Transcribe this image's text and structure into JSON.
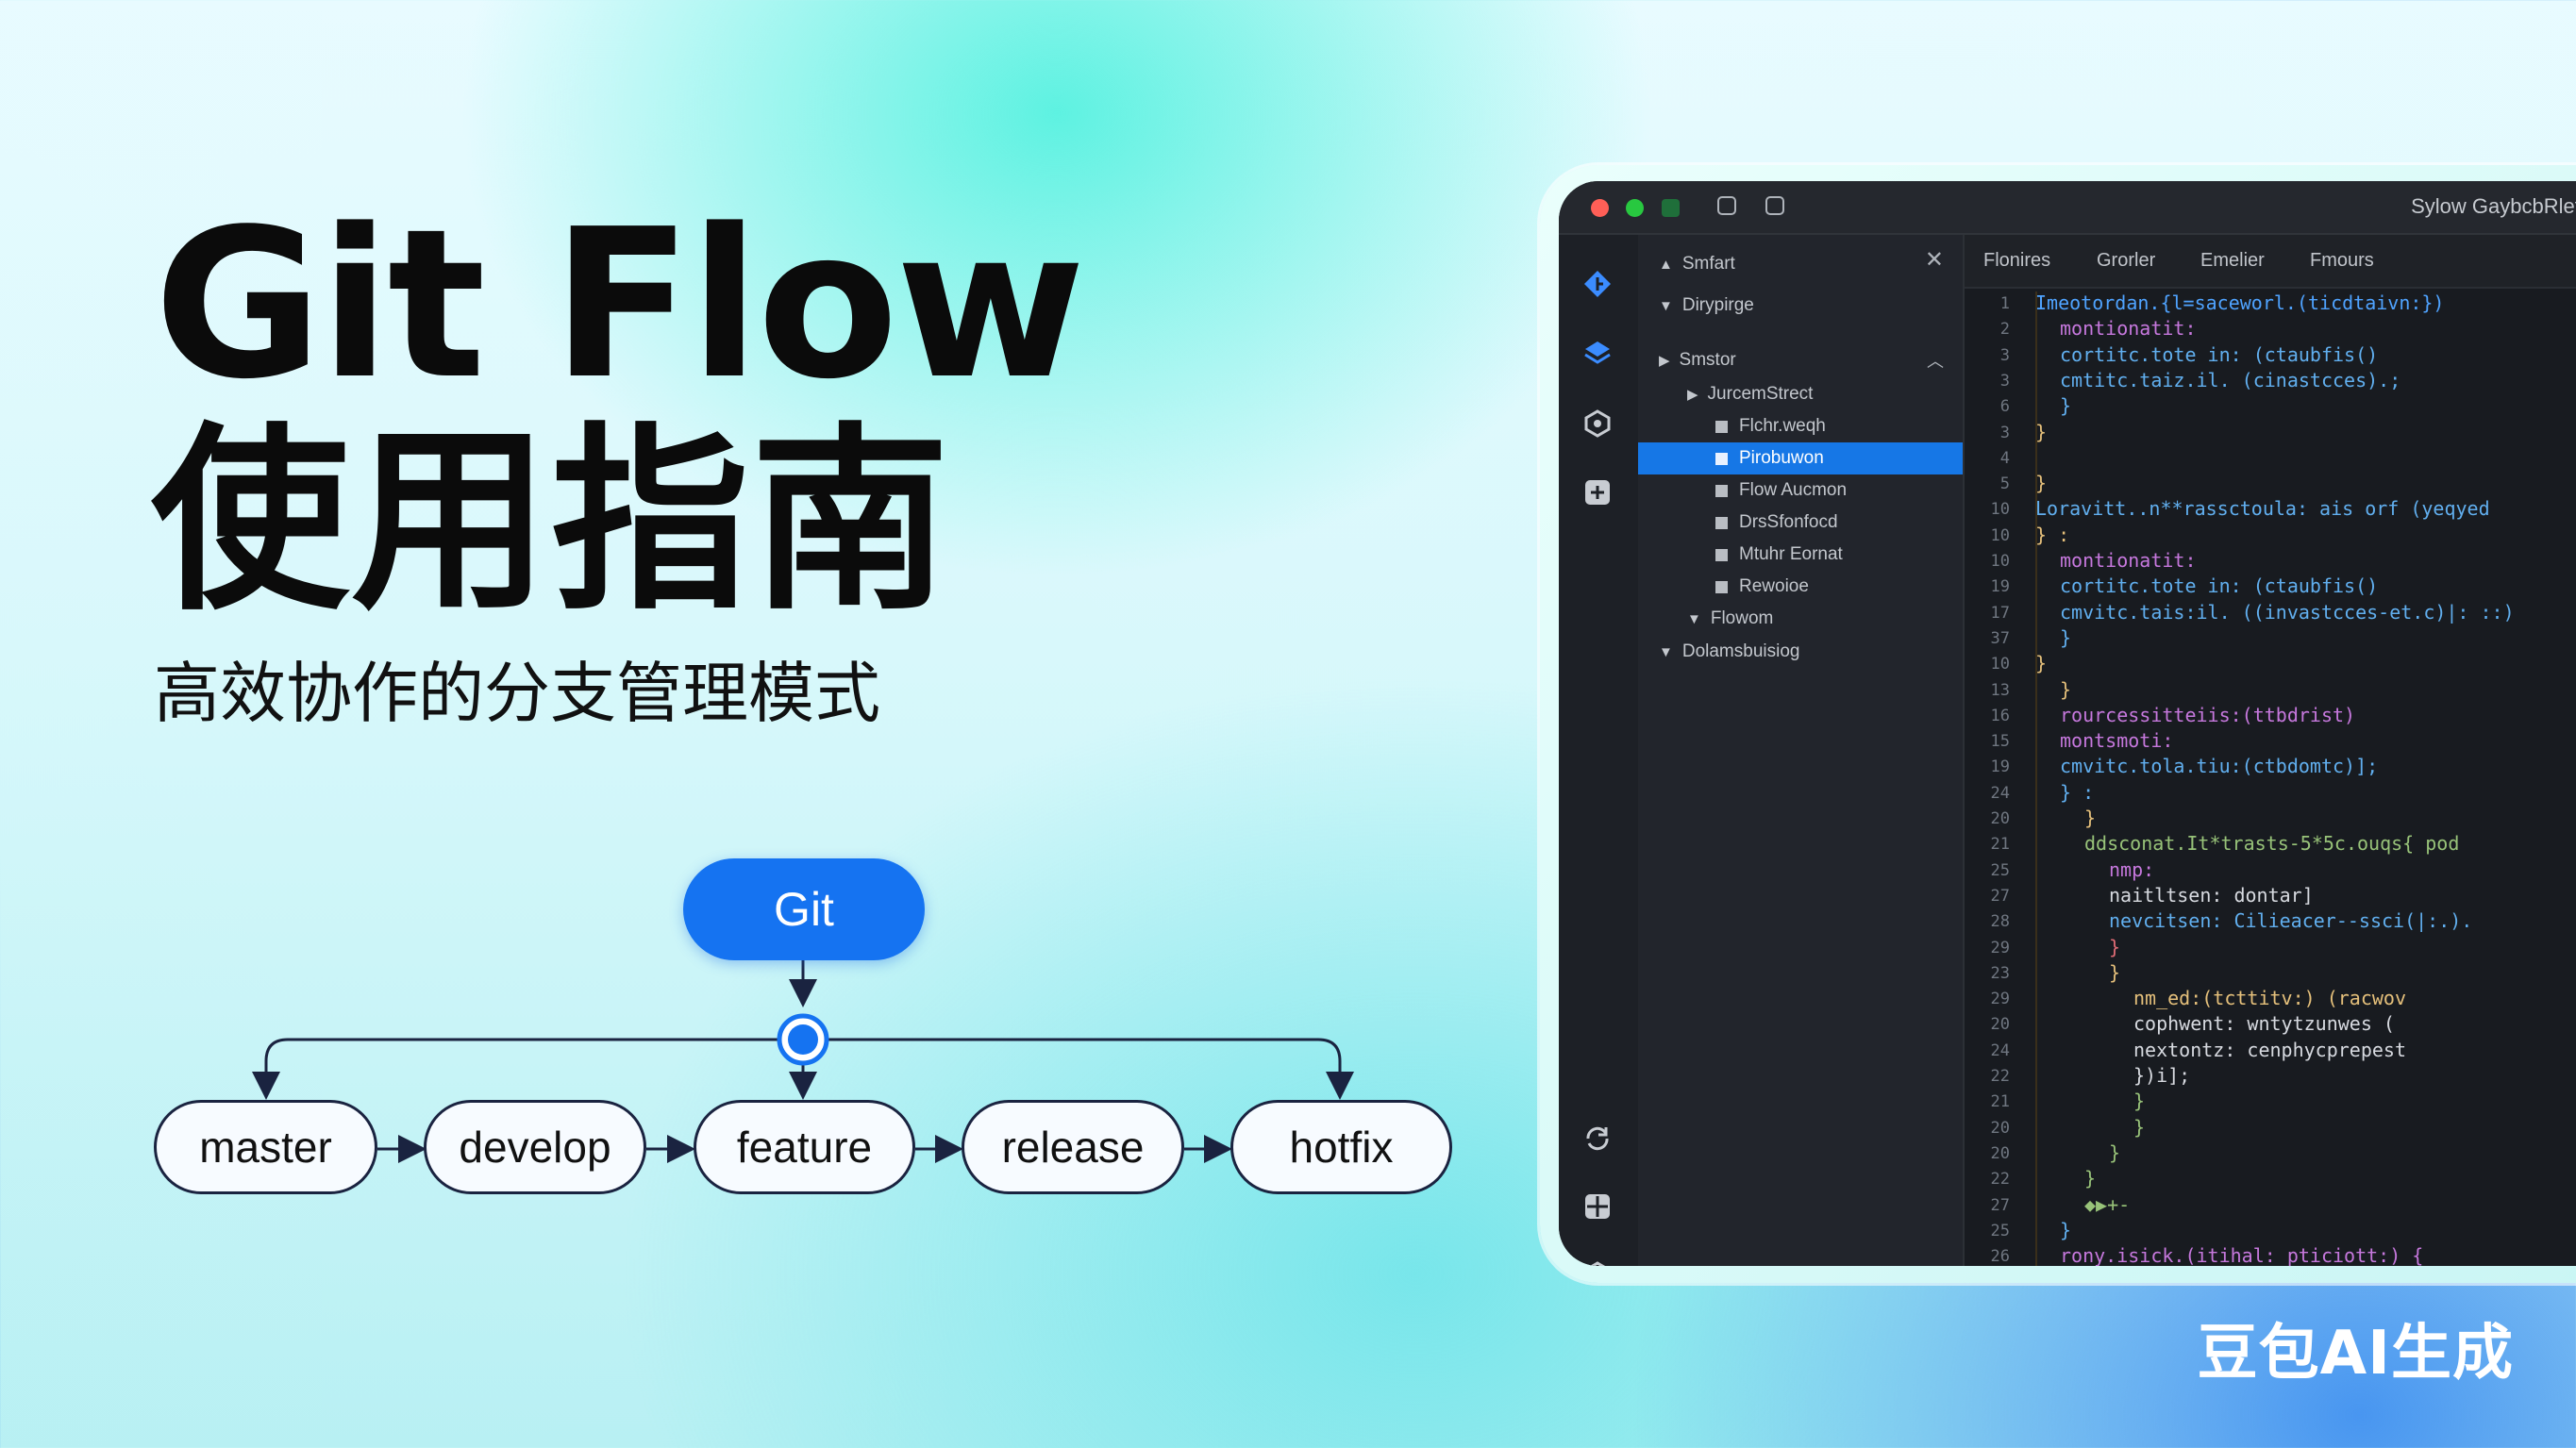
{
  "poster": {
    "title_en": "Git Flow",
    "title_cn": "使用指南",
    "subtitle": "高效协作的分支管理模式",
    "watermark": "豆包AI生成"
  },
  "diagram": {
    "root": "Git",
    "branches": [
      "master",
      "develop",
      "feature",
      "release",
      "hotfix"
    ],
    "colors": {
      "root_fill": "#1573f1",
      "line": "#1a2340"
    }
  },
  "ide": {
    "window_title": "Sylow GaybcbRletio",
    "traffic_lights": [
      "#ff5f57",
      "#28c840",
      "#1f6f3a"
    ],
    "activity_icons": [
      "git-logo-icon",
      "layers-icon",
      "settings-cube-icon",
      "add-square-icon",
      "sync-icon",
      "extensions-icon",
      "hexagon-icon"
    ],
    "tabs": [
      "Flonires",
      "Grorler",
      "Emelier",
      "Fmours"
    ],
    "sidebar": [
      {
        "label": "Smfart",
        "glyph": "▲",
        "indent": 0,
        "selected": false
      },
      {
        "label": "Dirypirge",
        "glyph": "▼",
        "indent": 0,
        "selected": false
      },
      {
        "label": "Smstor",
        "glyph": "▶",
        "indent": 0,
        "selected": false
      },
      {
        "label": "JurcemStrect",
        "glyph": "▶",
        "indent": 1,
        "selected": false
      },
      {
        "label": "Flchr.weqh",
        "glyph": "■",
        "indent": 2,
        "selected": false
      },
      {
        "label": "Pirobuwon",
        "glyph": "■",
        "indent": 2,
        "selected": true
      },
      {
        "label": "Flow Aucmon",
        "glyph": "■",
        "indent": 2,
        "selected": false
      },
      {
        "label": "DrsSfonfocd",
        "glyph": "■",
        "indent": 2,
        "selected": false
      },
      {
        "label": "Mtuhr Eornat",
        "glyph": "■",
        "indent": 2,
        "selected": false
      },
      {
        "label": "Rewoioe",
        "glyph": "■",
        "indent": 2,
        "selected": false
      },
      {
        "label": "Flowom",
        "glyph": "▼",
        "indent": 1,
        "selected": false
      },
      {
        "label": "Dolamsbuisiog",
        "glyph": "▼",
        "indent": 0,
        "selected": false
      }
    ],
    "code_lines": [
      {
        "n": "1",
        "indent": 0,
        "text": "Imeotordan.{l=saceworl.(ticdtaivn:})",
        "color": "#4fa3ff"
      },
      {
        "n": "2",
        "indent": 1,
        "text": "montionatit:",
        "color": "#c678dd"
      },
      {
        "n": "3",
        "indent": 1,
        "text": "cortitc.tote in: (ctaubfis()",
        "color": "#61afef"
      },
      {
        "n": "3",
        "indent": 1,
        "text": "cmtitc.taiz.il. (cinastcces).;",
        "color": "#61afef"
      },
      {
        "n": "6",
        "indent": 1,
        "text": "}",
        "color": "#61afef"
      },
      {
        "n": "3",
        "indent": 0,
        "text": "}",
        "color": "#e5c07b"
      },
      {
        "n": "4",
        "indent": 0,
        "text": "",
        "color": "#abb2bf"
      },
      {
        "n": "5",
        "indent": 0,
        "text": "}",
        "color": "#e5c07b"
      },
      {
        "n": "10",
        "indent": 0,
        "text": "Loravitt..n**rassctoula: ais orf (yeqyed",
        "color": "#61afef"
      },
      {
        "n": "10",
        "indent": 0,
        "text": "}  :",
        "color": "#e5c07b"
      },
      {
        "n": "10",
        "indent": 1,
        "text": "montionatit:",
        "color": "#c678dd"
      },
      {
        "n": "19",
        "indent": 1,
        "text": "cortitc.tote in: (ctaubfis()",
        "color": "#61afef"
      },
      {
        "n": "17",
        "indent": 1,
        "text": "cmvitc.tais:il. ((invastcces-et.c)|: ::)",
        "color": "#61afef"
      },
      {
        "n": "37",
        "indent": 1,
        "text": "}",
        "color": "#61afef"
      },
      {
        "n": "10",
        "indent": 0,
        "text": "}",
        "color": "#e5c07b"
      },
      {
        "n": "13",
        "indent": 1,
        "text": "}",
        "color": "#e5c07b"
      },
      {
        "n": "16",
        "indent": 1,
        "text": "rourcessitteiis:(ttbdrist)",
        "color": "#c678dd"
      },
      {
        "n": "15",
        "indent": 1,
        "text": "montsmoti:",
        "color": "#c678dd"
      },
      {
        "n": "19",
        "indent": 1,
        "text": "cmvitc.tola.tiu:(ctbdomtc)];",
        "color": "#61afef"
      },
      {
        "n": "24",
        "indent": 1,
        "text": "}  :",
        "color": "#61afef"
      },
      {
        "n": "20",
        "indent": 2,
        "text": "}",
        "color": "#e5c07b"
      },
      {
        "n": "21",
        "indent": 2,
        "text": "ddsconat.It*trasts-5*5c.ouqs{ pod",
        "color": "#98c379"
      },
      {
        "n": "25",
        "indent": 3,
        "text": "nmp:",
        "color": "#c678dd"
      },
      {
        "n": "27",
        "indent": 3,
        "text": "naitltsen: dontar]",
        "color": "#d7dae0"
      },
      {
        "n": "28",
        "indent": 3,
        "text": "nevcitsen: Cilieacer--ssci(|:.).",
        "color": "#61afef"
      },
      {
        "n": "29",
        "indent": 3,
        "text": "}",
        "color": "#e06c75"
      },
      {
        "n": "23",
        "indent": 3,
        "text": "  }",
        "color": "#e5c07b"
      },
      {
        "n": "29",
        "indent": 4,
        "text": "nm_ed:(tcttitv:) (racwov",
        "color": "#e5c07b"
      },
      {
        "n": "20",
        "indent": 4,
        "text": "cophwent: wntytzunwes (",
        "color": "#d7dae0"
      },
      {
        "n": "24",
        "indent": 4,
        "text": "nextontz: cenphycprepest",
        "color": "#d7dae0"
      },
      {
        "n": "22",
        "indent": 4,
        "text": "})i];",
        "color": "#d7dae0"
      },
      {
        "n": "21",
        "indent": 4,
        "text": "}",
        "color": "#98c379"
      },
      {
        "n": "20",
        "indent": 4,
        "text": "}",
        "color": "#98c379"
      },
      {
        "n": "20",
        "indent": 3,
        "text": "  }",
        "color": "#98c379"
      },
      {
        "n": "22",
        "indent": 2,
        "text": "}",
        "color": "#98c379"
      },
      {
        "n": "27",
        "indent": 2,
        "text": "◆▶+-",
        "color": "#98c379"
      },
      {
        "n": "25",
        "indent": 1,
        "text": "}",
        "color": "#61afef"
      },
      {
        "n": "26",
        "indent": 1,
        "text": "rony.isick.(itihal: pticiott:) {",
        "color": "#c678dd"
      }
    ]
  }
}
